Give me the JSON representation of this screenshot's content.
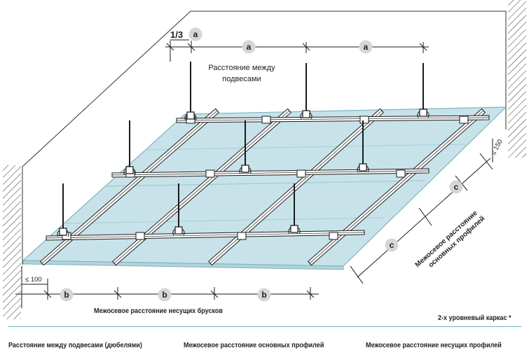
{
  "dimensions": {
    "a": "a",
    "b": "b",
    "c": "c",
    "third": "1/3",
    "le100": "≤ 100",
    "le150": "≤ 150"
  },
  "labels": {
    "hanger_spacing_line1": "Расстояние между",
    "hanger_spacing_line2": "подвесами",
    "bearing_spacing": "Межосевое расстояние несущих брусков",
    "main_spacing_line1": "Межосевое расстояние",
    "main_spacing_line2": "основных профилей",
    "frame_note": "2-х уровневый каркас *"
  },
  "legend": [
    "Расстояние между подвесами (дюбелями)",
    "Межосевое расстояние основных профилей",
    "Межосевое расстояние несущих профилей"
  ],
  "colors": {
    "board": "#c7e3e9",
    "board_edge": "#7fb4c0",
    "line": "#1a1a1a",
    "badge": "#d6d6d6",
    "separator": "#6fb6c4"
  }
}
